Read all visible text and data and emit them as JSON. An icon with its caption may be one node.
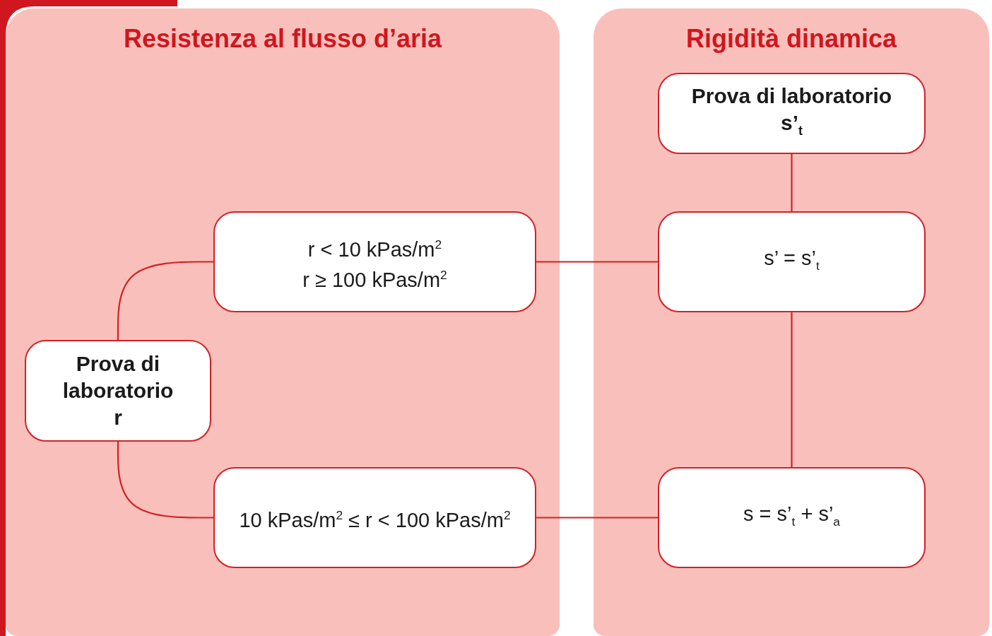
{
  "diagram": {
    "nodes": [
      {
        "text": [
          "Resistenza al flusso d’aria"
        ]
      },
      {
        "text": [
          "Rigidità dinamica"
        ]
      },
      {
        "text": [
          "Prova di laboratorio",
          "r"
        ],
        "in": 0
      },
      {
        "text": [
          "r < 10 kPas/m$^{2}$",
          "r ≥ 100 kPas/m$^{2}$"
        ],
        "in": 0
      },
      {
        "text": [
          "10 kPas/m$^{2}$ ≤ r < 100 kPas/m$^{2}$"
        ],
        "in": 0
      },
      {
        "text": [
          "Prova di laboratorio",
          "s’$_{t}$"
        ],
        "in": 1
      },
      {
        "text": [
          "s’ = s’$_{t}$"
        ],
        "in": 1
      },
      {
        "text": [
          "s = s’$_{t}$ + s’$_{a}$"
        ],
        "in": 1
      }
    ],
    "edges": [
      {
        "from": 2,
        "to": 3,
        "arrow": "none"
      },
      {
        "from": 2,
        "to": 4,
        "arrow": "none"
      },
      {
        "from": 3,
        "to": 6,
        "arrow": "none"
      },
      {
        "from": 4,
        "to": 7,
        "arrow": "none"
      },
      {
        "from": 5,
        "to": 6,
        "arrow": "none"
      },
      {
        "from": 6,
        "to": 7,
        "arrow": "none"
      }
    ]
  }
}
